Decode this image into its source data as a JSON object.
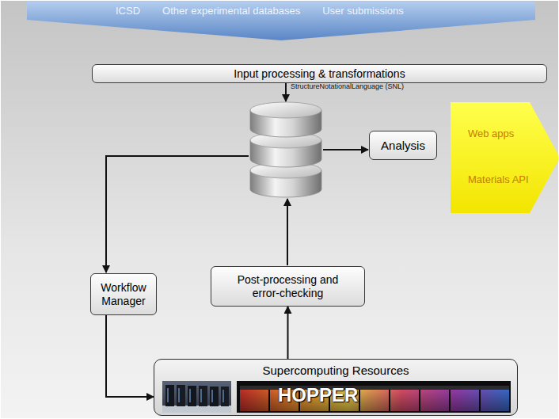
{
  "diagram": {
    "nodes": [
      {
        "text": [
          "ICSD",
          "Other experimental databases",
          "User submissions"
        ]
      },
      {
        "text": [
          "Input processing & transformations"
        ]
      },
      {
        "text": [
          "Analysis"
        ]
      },
      {
        "text": [
          "Web apps",
          "Materials API"
        ]
      },
      {
        "text": [
          "Workflow Manager"
        ]
      },
      {
        "text": [
          "Post-processing and error-checking"
        ]
      },
      {
        "text": [
          "Supercomputing Resources"
        ]
      }
    ],
    "edges": [
      {
        "from": 4,
        "to": 6,
        "arrow": "to"
      },
      {
        "from": 6,
        "to": 5,
        "arrow": "to"
      }
    ],
    "labels": [
      "StructureNotationalLanguage (SNL)",
      "HOPPER"
    ]
  }
}
